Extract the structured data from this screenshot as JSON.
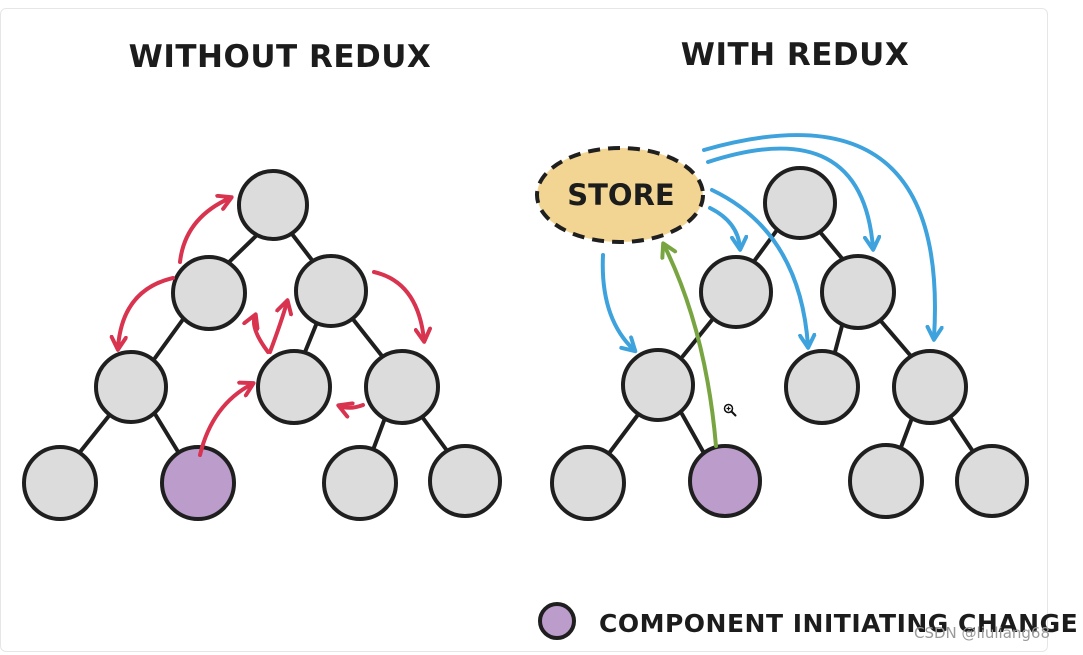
{
  "left_panel": {
    "title": "WITHOUT REDUX"
  },
  "right_panel": {
    "title": "WITH REDUX",
    "store_label": "STORE"
  },
  "legend": {
    "label": "COMPONENT INITIATING CHANGE",
    "swatch_color": "#bb9ccb"
  },
  "watermark": "CSDN @liuliang68",
  "colors": {
    "node_fill": "#dcdcdc",
    "node_stroke": "#1f1f1f",
    "initiator_fill": "#bb9ccb",
    "store_fill": "#f2d592",
    "red_arrow": "#d8334f",
    "blue_arrow": "#3ea2dd",
    "green_arrow": "#78a541"
  },
  "icons": {
    "cursor": "zoom-in-cursor-icon"
  }
}
